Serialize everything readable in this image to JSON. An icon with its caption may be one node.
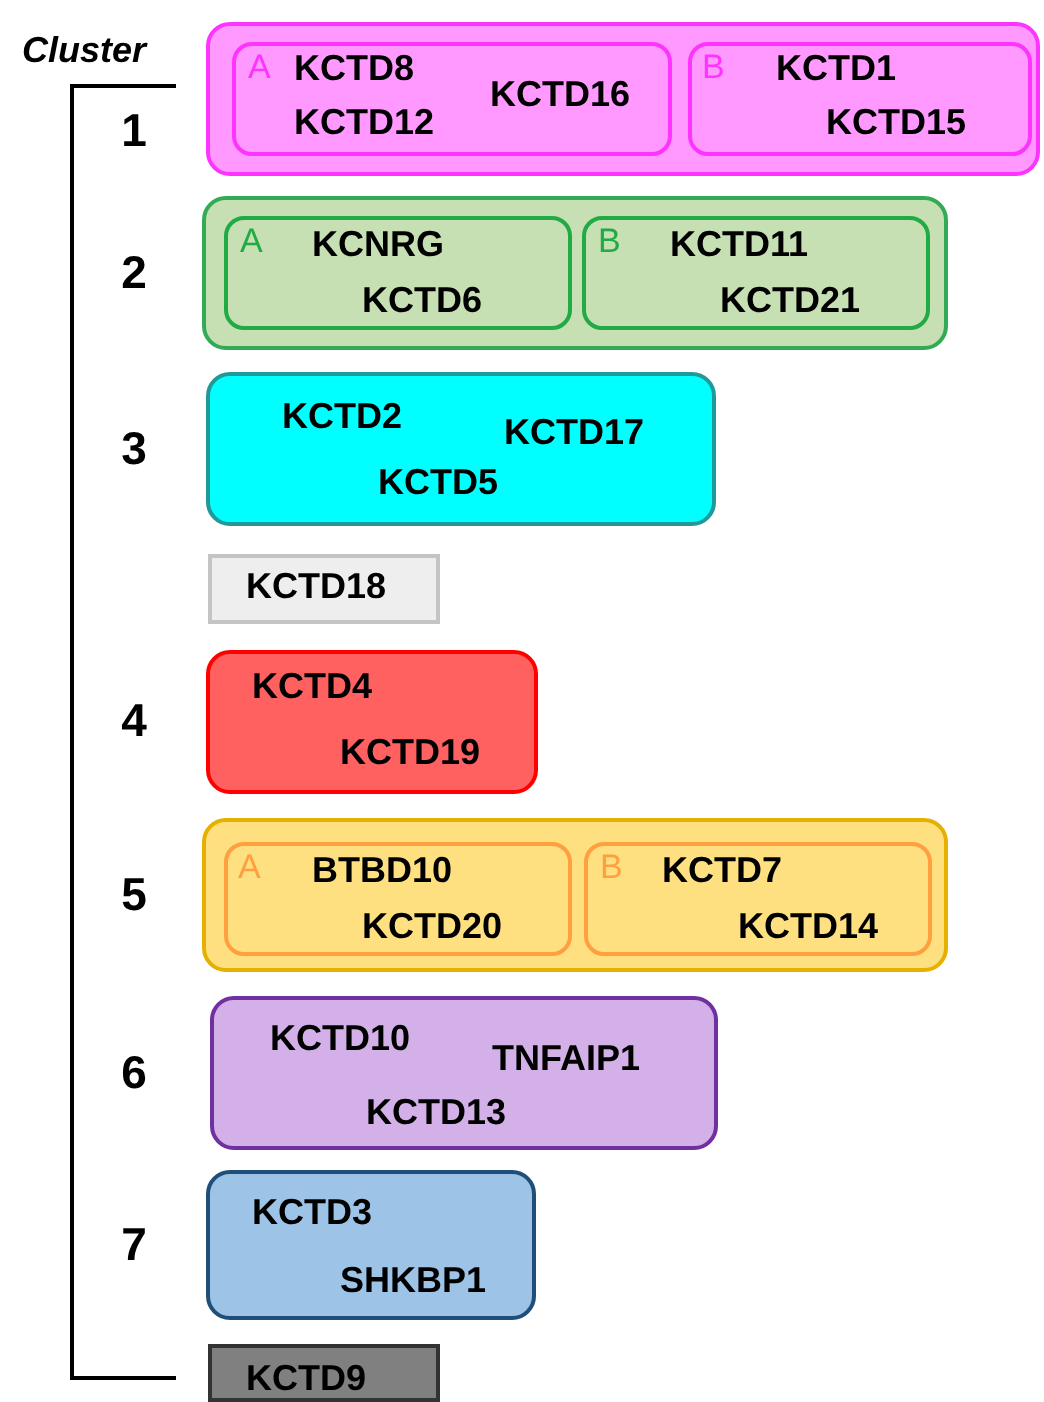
{
  "diagram": {
    "nodes": [
      {
        "text": [],
        "shape": "box",
        "beside": [
          "1"
        ]
      },
      {
        "text": [
          "A",
          "KCTD8",
          "KCTD12",
          "KCTD16"
        ],
        "in": 0
      },
      {
        "text": [
          "B",
          "KCTD1",
          "KCTD15"
        ],
        "in": 0
      },
      {
        "text": [],
        "shape": "box",
        "beside": [
          "2"
        ]
      },
      {
        "text": [
          "A",
          "KCNRG",
          "KCTD6"
        ],
        "in": 3
      },
      {
        "text": [
          "B",
          "KCTD11",
          "KCTD21"
        ],
        "in": 3
      },
      {
        "text": [
          "KCTD2",
          "KCTD17",
          "KCTD5"
        ],
        "beside": [
          "3"
        ]
      },
      {
        "text": [
          "KCTD18"
        ]
      },
      {
        "text": [
          "KCTD4",
          "KCTD19"
        ],
        "beside": [
          "4"
        ]
      },
      {
        "text": [],
        "shape": "box",
        "beside": [
          "5"
        ]
      },
      {
        "text": [
          "A",
          "BTBD10",
          "KCTD20"
        ],
        "in": 9
      },
      {
        "text": [
          "B",
          "KCTD7",
          "KCTD14"
        ],
        "in": 9
      },
      {
        "text": [
          "KCTD10",
          "TNFAIP1",
          "KCTD13"
        ],
        "beside": [
          "6"
        ]
      },
      {
        "text": [
          "KCTD3",
          "SHKBP1"
        ],
        "beside": [
          "7"
        ]
      },
      {
        "text": [
          "KCTD9"
        ]
      }
    ],
    "labels": [
      "Cluster"
    ]
  }
}
